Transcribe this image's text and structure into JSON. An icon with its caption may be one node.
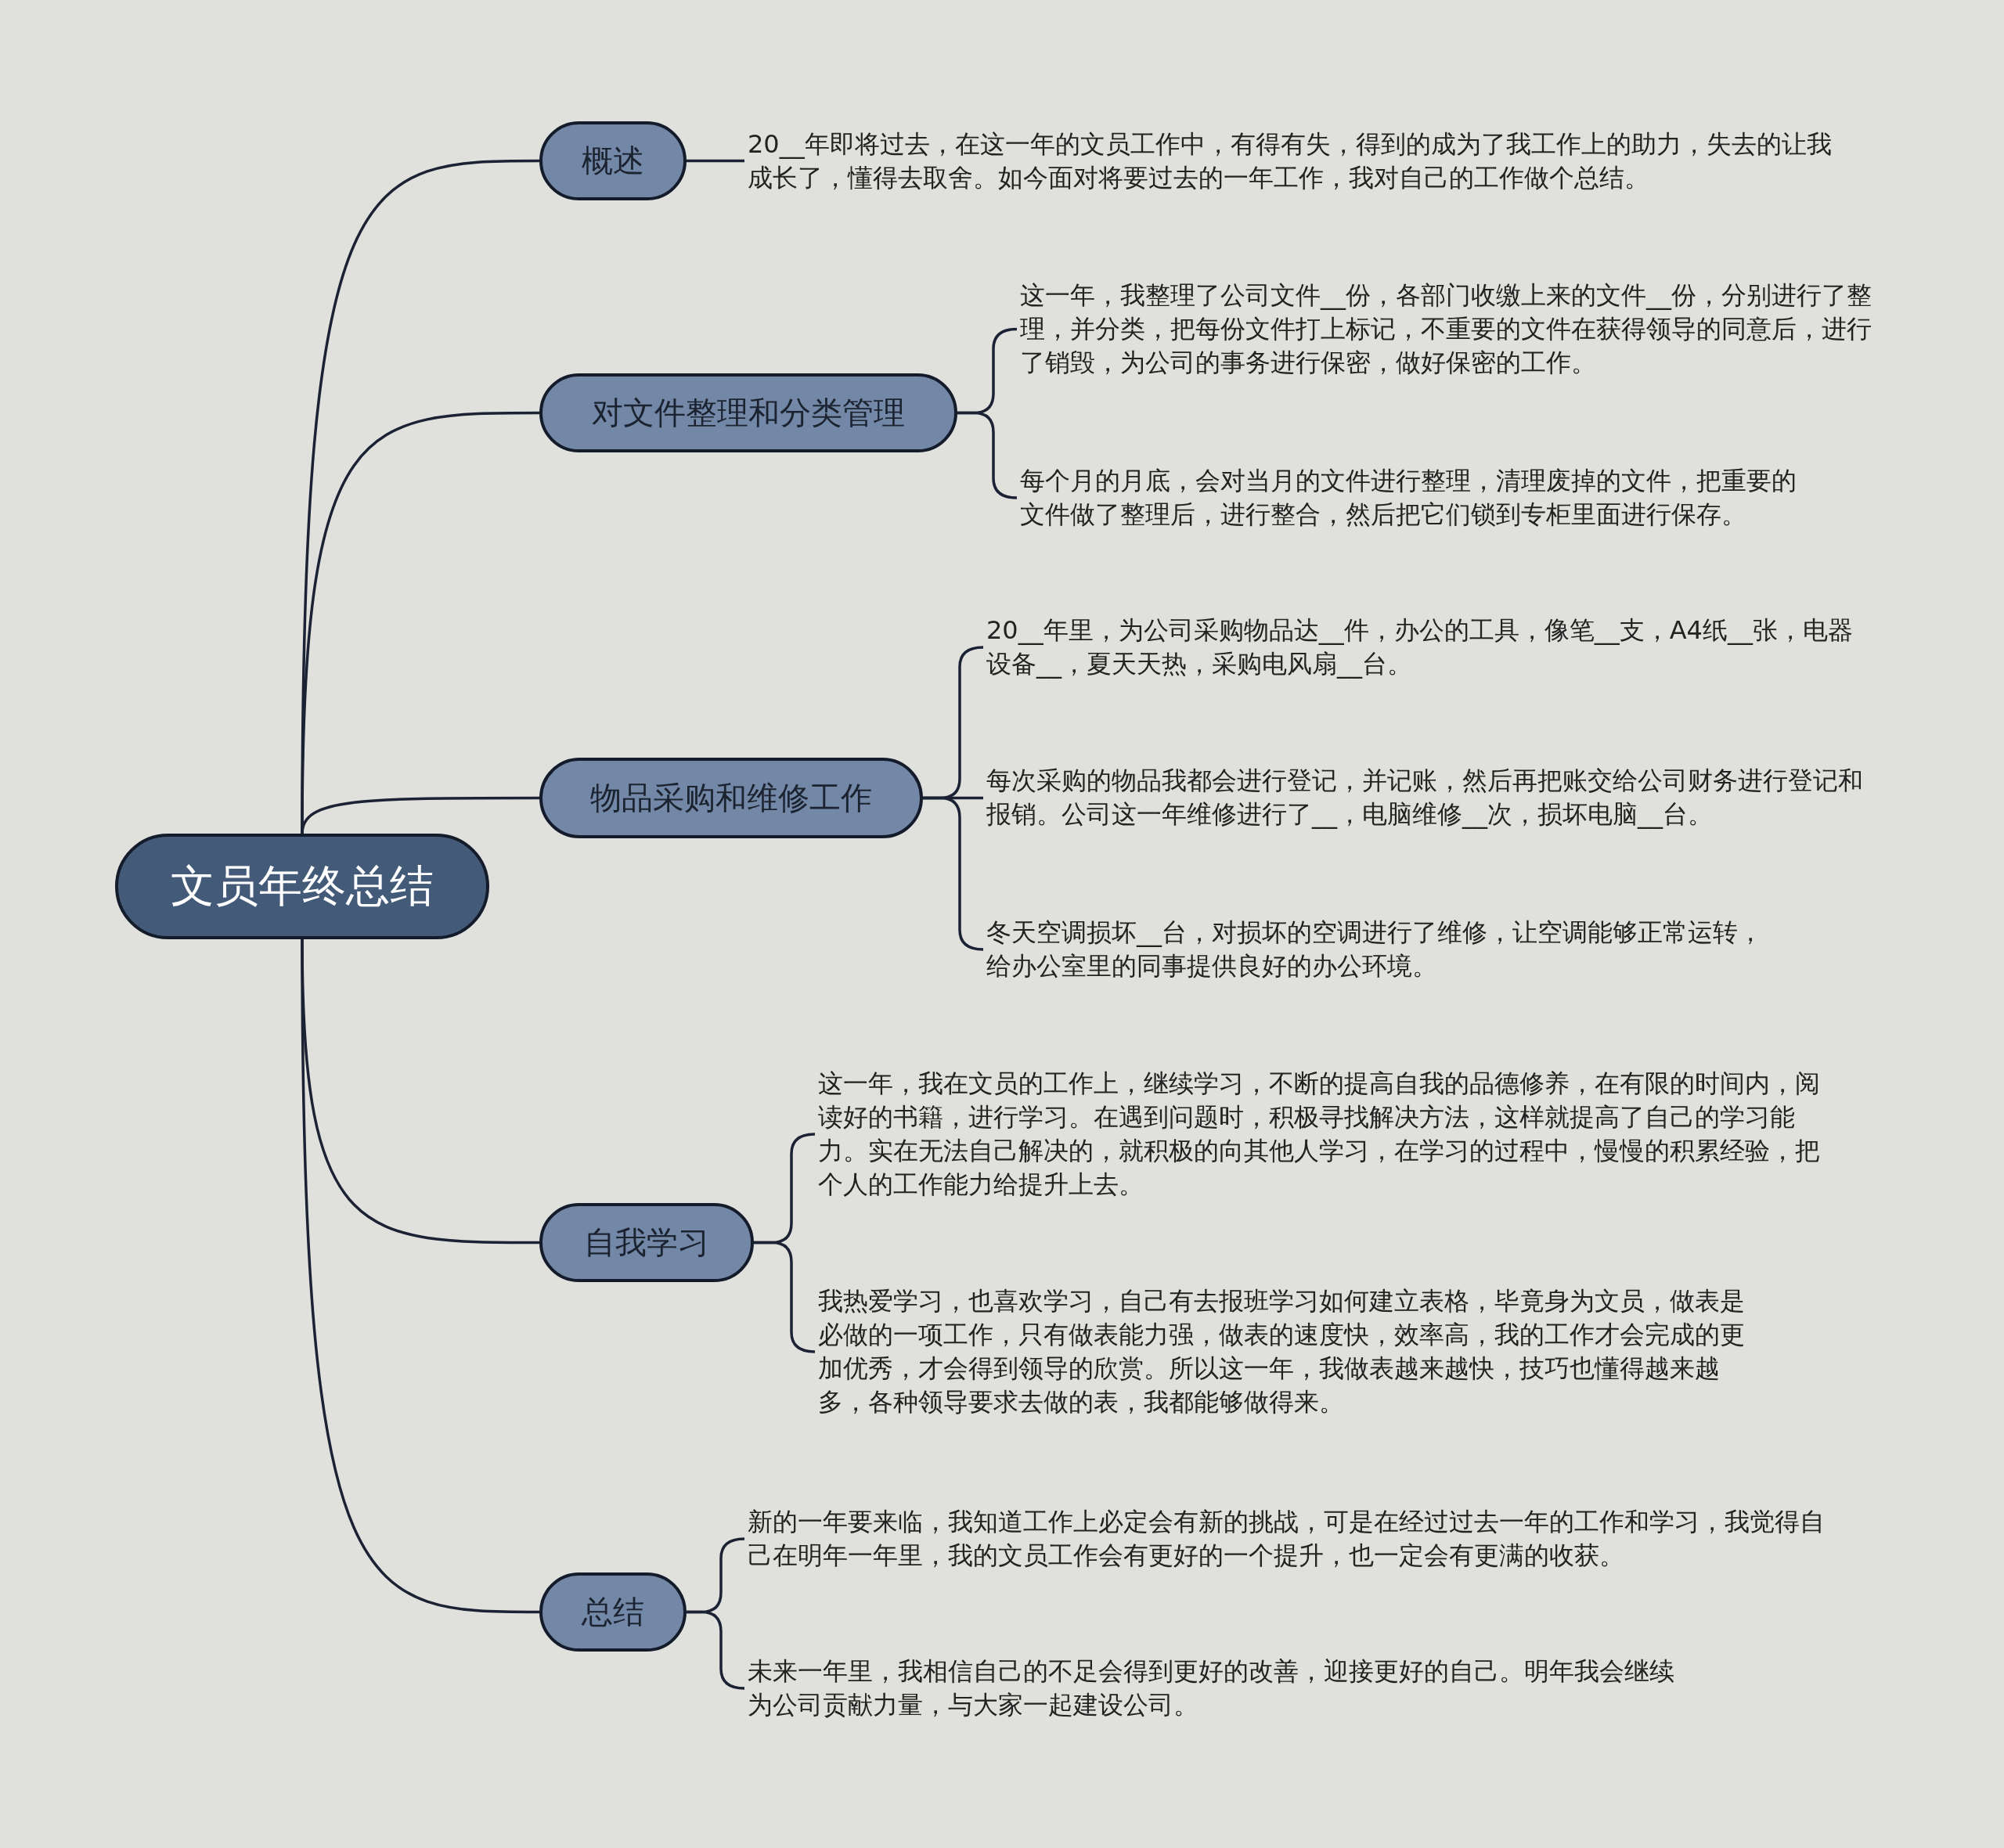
{
  "diagram": {
    "nodes": [
      {
        "text": [
          "文员年终总结"
        ]
      },
      {
        "text": [
          "概述"
        ]
      },
      {
        "text": [
          "对文件整理和分类管理"
        ]
      },
      {
        "text": [
          "物品采购和维修工作"
        ]
      },
      {
        "text": [
          "自我学习"
        ]
      },
      {
        "text": [
          "总结"
        ]
      },
      {
        "text": [
          "20__年即将过去，在这一年的文员工作中，有得有失，得到的成为了我工作上的助力，失去的让我成长了，懂得去取舍。如今面对将要过去的一年工作，我对自己的工作做个总结。"
        ]
      },
      {
        "text": [
          "这一年，我整理了公司文件__份，各部门收缴上来的文件__份，分别进行了整理，并分类，把每份文件打上标记，不重要的文件在获得领导的同意后，进行了销毁，为公司的事务进行保密，做好保密的工作。"
        ]
      },
      {
        "text": [
          "每个月的月底，会对当月的文件进行整理，清理废掉的文件，把重要的文件做了整理后，进行整合，然后把它们锁到专柜里面进行保存。"
        ]
      },
      {
        "text": [
          "20__年里，为公司采购物品达__件，办公的工具，像笔__支，A4纸__张，电器设备__，夏天天热，采购电风扇__台。"
        ]
      },
      {
        "text": [
          "每次采购的物品我都会进行登记，并记账，然后再把账交给公司财务进行登记和报销。公司这一年维修进行了__，电脑维修__次，损坏电脑__台。"
        ]
      },
      {
        "text": [
          "冬天空调损坏__台，对损坏的空调进行了维修，让空调能够正常运转，给办公室里的同事提供良好的办公环境。"
        ]
      },
      {
        "text": [
          "这一年，我在文员的工作上，继续学习，不断的提高自我的品德修养，在有限的时间内，阅读好的书籍，进行学习。在遇到问题时，积极寻找解决方法，这样就提高了自己的学习能力。实在无法自己解决的，就积极的向其他人学习，在学习的过程中，慢慢的积累经验，把个人的工作能力给提升上去。"
        ]
      },
      {
        "text": [
          "我热爱学习，也喜欢学习，自己有去报班学习如何建立表格，毕竟身为文员，做表是必做的一项工作，只有做表能力强，做表的速度快，效率高，我的工作才会完成的更加优秀，才会得到领导的欣赏。所以这一年，我做表越来越快，技巧也懂得越来越多，各种领导要求去做的表，我都能够做得来。"
        ]
      },
      {
        "text": [
          "新的一年要来临，我知道工作上必定会有新的挑战，可是在经过过去一年的工作和学习，我觉得自己在明年一年里，我的文员工作会有更好的一个提升，也一定会有更满的收获。"
        ]
      },
      {
        "text": [
          "未来一年里，我相信自己的不足会得到更好的改善，迎接更好的自己。明年我会继续为公司贡献力量，与大家一起建设公司。"
        ]
      }
    ],
    "edges": [
      {
        "from": 0,
        "to": 1,
        "arrow": "none"
      },
      {
        "from": 0,
        "to": 2,
        "arrow": "none"
      },
      {
        "from": 0,
        "to": 3,
        "arrow": "none"
      },
      {
        "from": 0,
        "to": 4,
        "arrow": "none"
      },
      {
        "from": 0,
        "to": 5,
        "arrow": "none"
      },
      {
        "from": 1,
        "to": 6,
        "arrow": "none"
      },
      {
        "from": 2,
        "to": 7,
        "arrow": "none"
      },
      {
        "from": 2,
        "to": 8,
        "arrow": "none"
      },
      {
        "from": 3,
        "to": 9,
        "arrow": "none"
      },
      {
        "from": 3,
        "to": 10,
        "arrow": "none"
      },
      {
        "from": 3,
        "to": 11,
        "arrow": "none"
      },
      {
        "from": 4,
        "to": 12,
        "arrow": "none"
      },
      {
        "from": 4,
        "to": 13,
        "arrow": "none"
      },
      {
        "from": 5,
        "to": 14,
        "arrow": "none"
      },
      {
        "from": 5,
        "to": 15,
        "arrow": "none"
      }
    ]
  }
}
